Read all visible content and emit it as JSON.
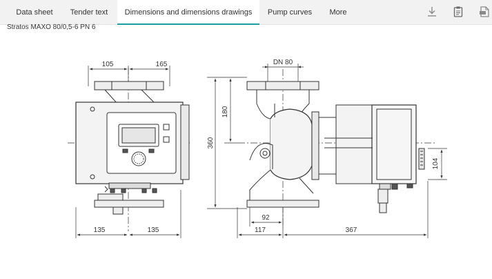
{
  "tabs": [
    {
      "label": "Data sheet"
    },
    {
      "label": "Tender text"
    },
    {
      "label": "Dimensions and dimensions drawings"
    },
    {
      "label": "Pump curves"
    },
    {
      "label": "More"
    }
  ],
  "active_tab": "Dimensions and dimensions drawings",
  "toolbar_icons": [
    "download-icon",
    "clipboard-icon",
    "pdf-document-icon"
  ],
  "product_title": "Stratos MAXO 80/0,5-6 PN 6",
  "drawing": {
    "dim_105": "105",
    "dim_165": "165",
    "dim_135_left": "135",
    "dim_135_right": "135",
    "dim_dn80": "DN 80",
    "dim_180": "180",
    "dim_360": "360",
    "dim_104": "104",
    "dim_92": "92",
    "dim_117": "117",
    "dim_367": "367"
  },
  "colors": {
    "accent": "#1a9fa3",
    "tabbar": "#f2f2f2",
    "line": "#333333"
  }
}
